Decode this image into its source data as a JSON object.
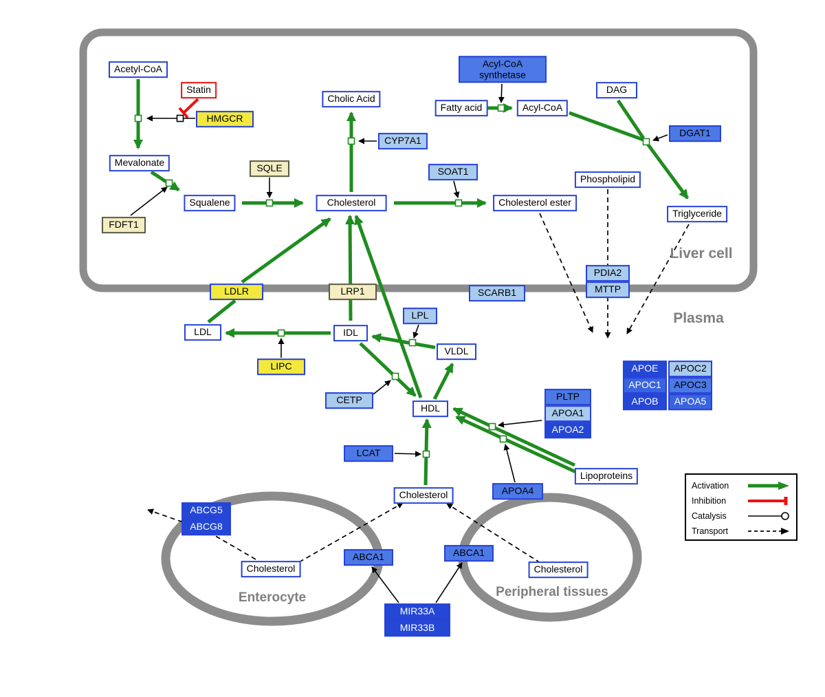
{
  "compartments": {
    "liver": "Liver cell",
    "plasma": "Plasma",
    "enterocyte": "Enterocyte",
    "peripheral": "Peripheral tissues"
  },
  "nodes": {
    "acetyl_coa": "Acetyl-CoA",
    "statin": "Statin",
    "hmgcr": "HMGCR",
    "mevalonate": "Mevalonate",
    "sqle": "SQLE",
    "squalene": "Squalene",
    "fdft1": "FDFT1",
    "cholic_acid": "Cholic Acid",
    "cyp7a1": "CYP7A1",
    "cholesterol_liver": "Cholesterol",
    "soat1": "SOAT1",
    "cholesterol_ester": "Cholesterol ester",
    "acyl_coa_synthetase": "Acyl-CoA synthetase",
    "fatty_acid": "Fatty acid",
    "acyl_coa": "Acyl-CoA",
    "dag": "DAG",
    "dgat1": "DGAT1",
    "phospholipid": "Phospholipid",
    "triglyceride": "Triglyceride",
    "pdia2": "PDIA2",
    "mttp": "MTTP",
    "ldlr": "LDLR",
    "lrp1": "LRP1",
    "scarb1": "SCARB1",
    "ldl": "LDL",
    "idl": "IDL",
    "lpl": "LPL",
    "vldl": "VLDL",
    "lipc": "LIPC",
    "cetp": "CETP",
    "hdl": "HDL",
    "pltp": "PLTP",
    "apoa1": "APOA1",
    "apoa2": "APOA2",
    "apoe": "APOE",
    "apoc2": "APOC2",
    "apoc1": "APOC1",
    "apoc3": "APOC3",
    "apob": "APOB",
    "apoa5": "APOA5",
    "lcat": "LCAT",
    "apoa4": "APOA4",
    "lipoproteins": "Lipoproteins",
    "cholesterol_plasma": "Cholesterol",
    "abcg5": "ABCG5",
    "abcg8": "ABCG8",
    "cholesterol_enterocyte": "Cholesterol",
    "abca1_left": "ABCA1",
    "abca1_right": "ABCA1",
    "cholesterol_peripheral": "Cholesterol",
    "mir33a": "MIR33A",
    "mir33b": "MIR33B"
  },
  "legend": {
    "activation": "Activation",
    "inhibition": "Inhibition",
    "catalysis": "Catalysis",
    "transport": "Transport"
  },
  "colors": {
    "activation_green": "#1f8c1f",
    "inhibition_red": "#ee1111",
    "node_border_blue": "#2742d8",
    "membrane_gray": "#8c8c8c",
    "yellow": "#f2e93c",
    "pale_yellow": "#f4eec2",
    "light_blue": "#a9cbee",
    "medium_blue": "#4d79e6",
    "dark_blue": "#2447d6"
  }
}
